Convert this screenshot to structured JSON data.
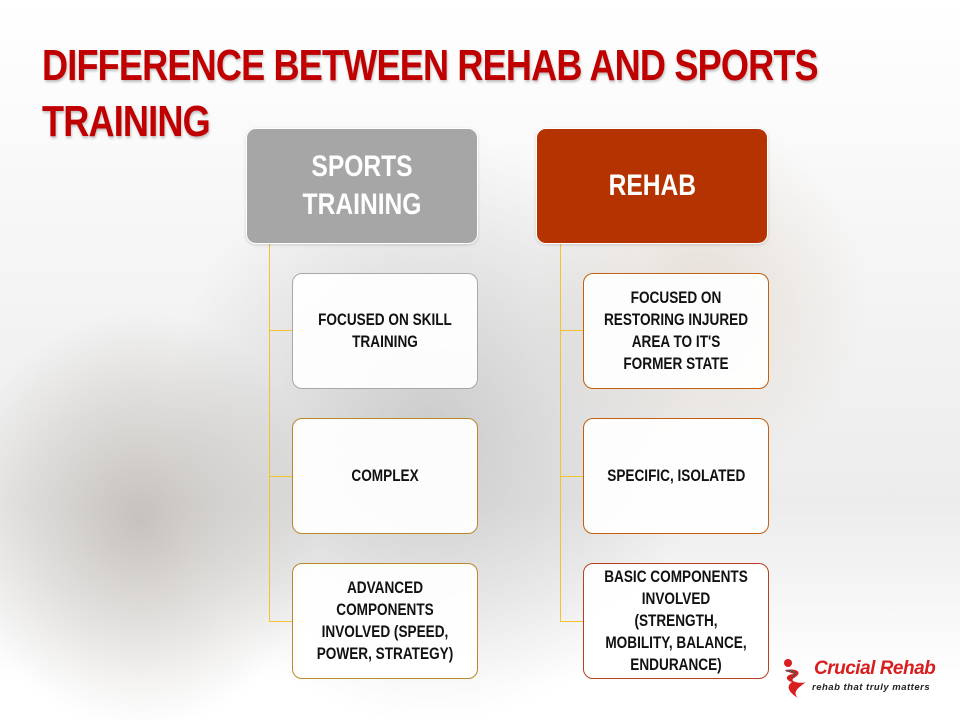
{
  "slide": {
    "title": "DIFFERENCE BETWEEN REHAB AND SPORTS TRAINING",
    "title_line1": "DIFFERENCE BETWEEN REHAB AND SPORTS",
    "title_line2": "TRAINING",
    "colors": {
      "title": "#c00000",
      "sports_header": "#a6a6a6",
      "rehab_header": "#b53300",
      "connector": "#f2c230"
    }
  },
  "columns": [
    {
      "header": "SPORTS TRAINING",
      "items": [
        "FOCUSED ON SKILL TRAINING",
        "COMPLEX",
        "ADVANCED COMPONENTS INVOLVED (SPEED, POWER, STRATEGY)"
      ]
    },
    {
      "header": "REHAB",
      "items": [
        "FOCUSED ON RESTORING INJURED AREA TO IT'S FORMER STATE",
        "SPECIFIC, ISOLATED",
        "BASIC COMPONENTS INVOLVED (STRENGTH, MOBILITY, BALANCE, ENDURANCE)"
      ]
    }
  ],
  "logo": {
    "name": "Crucial Rehab",
    "tagline": "rehab that truly matters"
  }
}
